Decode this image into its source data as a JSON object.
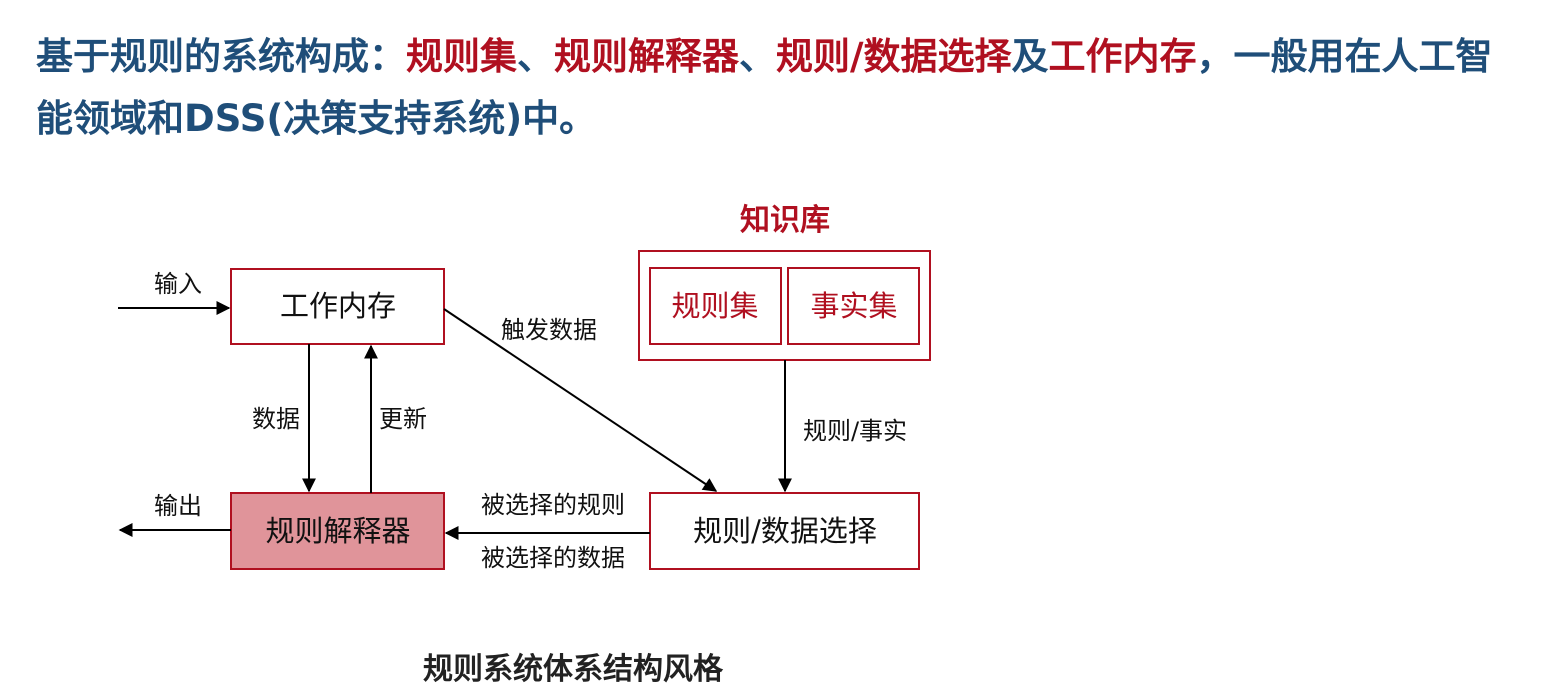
{
  "headline": {
    "prefix": "基于规则的系统构成：",
    "part_rule_set": "规则集",
    "sep1": "、",
    "part_interpreter": "规则解释器",
    "sep2": "、",
    "part_selection": "规则/数据选择",
    "joiner": "及",
    "part_memory": "工作内存",
    "suffix": "，一般用在人工智能领域和DSS(决策支持系统)中。"
  },
  "diagram": {
    "knowledge_base_title": "知识库",
    "boxes": {
      "working_memory": "工作内存",
      "rule_set": "规则集",
      "fact_set": "事实集",
      "rule_interpreter": "规则解释器",
      "rule_data_selection": "规则/数据选择"
    },
    "arrows": {
      "input": "输入",
      "output": "输出",
      "data": "数据",
      "update": "更新",
      "trigger_data": "触发数据",
      "rules_facts": "规则/事实",
      "selected_rules": "被选择的规则",
      "selected_data": "被选择的数据"
    },
    "colors": {
      "headline_blue": "#1f4e79",
      "accent_red": "#b01020",
      "interpreter_fill": "#e0949a"
    }
  },
  "caption": "规则系统体系结构风格"
}
